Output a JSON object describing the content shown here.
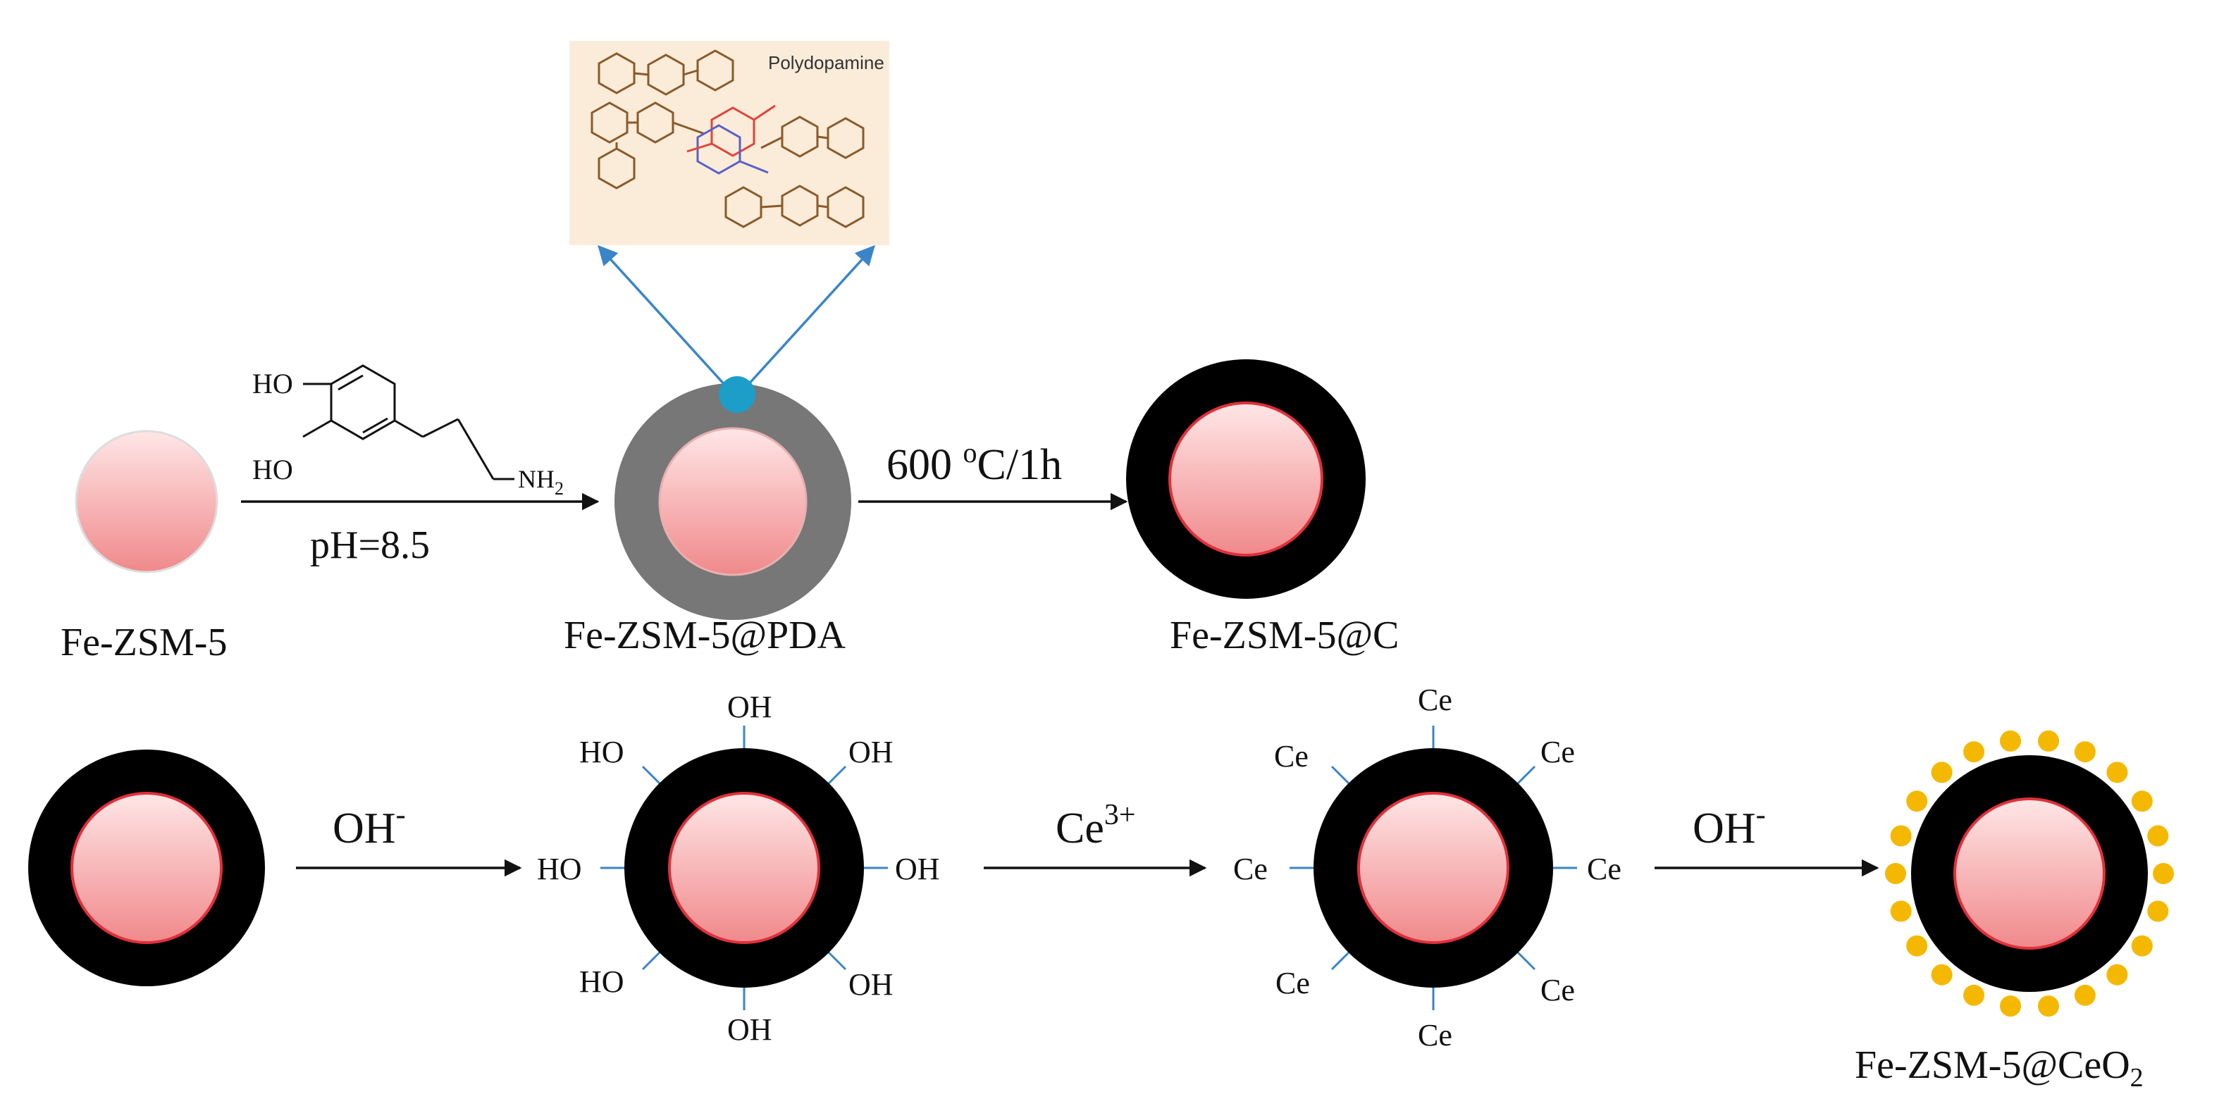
{
  "colors": {
    "core_fill_top": "#ffe3e3",
    "core_fill_bottom": "#f08f8f",
    "core_border": "#e0303a",
    "pda_shell": "#777777",
    "carbon_shell": "#000000",
    "arrow_black": "#111111",
    "arrow_blue": "#3a85c8",
    "pda_marker": "#1c9ec9",
    "ceo2_particle": "#f5b800",
    "inset_background": "#fbecd9",
    "molecule_brown": "#8a5a2b",
    "molecule_red": "#e0443a",
    "molecule_blue": "#5a5fc8"
  },
  "inset": {
    "title": "Polydopamine"
  },
  "row1": {
    "dopamine_ho_top": "HO",
    "dopamine_ho_bottom": "HO",
    "dopamine_nh": "NH",
    "dopamine_nh_sub": "2",
    "step1_condition": "pH=8.5",
    "step2_temp": "600 ",
    "step2_sup": "o",
    "step2_rest": "C/1h",
    "label_fezsm5": "Fe-ZSM-5",
    "label_pda": "Fe-ZSM-5@PDA",
    "label_carbon": "Fe-ZSM-5@C"
  },
  "row2": {
    "step3_reagent": "OH",
    "step3_sup": "-",
    "step4_reagent": "Ce",
    "step4_sup": "3+",
    "step5_reagent": "OH",
    "step5_sup": "-",
    "hydroxyl_labels": {
      "top": "OH",
      "top_right": "OH",
      "right": "OH",
      "bottom_right": "OH",
      "bottom": "OH",
      "bottom_left": "HO",
      "left": "HO",
      "top_left": "HO"
    },
    "ce_labels": {
      "top": "Ce",
      "top_right": "Ce",
      "right": "Ce",
      "bottom_right": "Ce",
      "bottom": "Ce",
      "bottom_left": "Ce",
      "left": "Ce",
      "top_left": "Ce"
    },
    "label_final": "Fe-ZSM-5@CeO",
    "label_final_sub": "2"
  }
}
